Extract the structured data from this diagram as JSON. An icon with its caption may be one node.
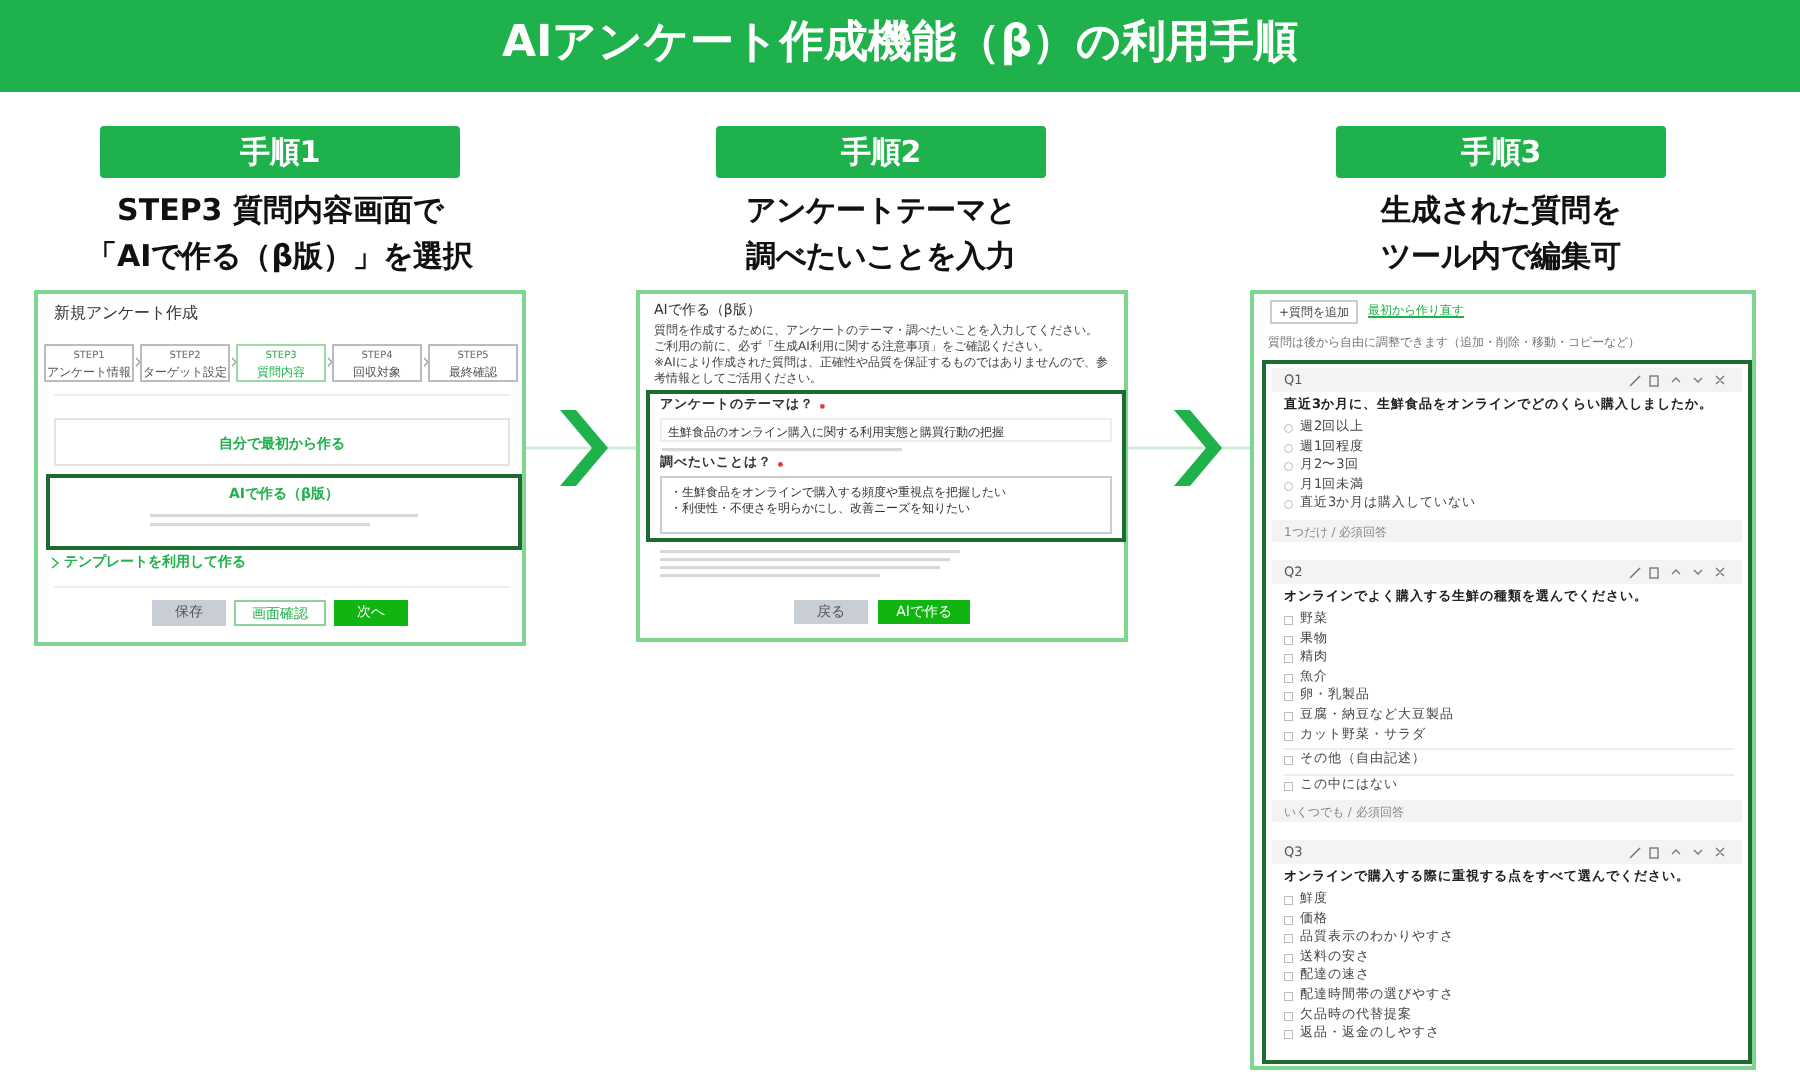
{
  "diagram": {
    "title": "AIアンケート作成機能（β）の利用手順",
    "nodes": [
      {
        "text": [
          "手順1"
        ],
        "beside": [
          "STEP3 質問内容画面で「AIで作る（β版）」を選択"
        ]
      },
      {
        "text": [
          "手順2"
        ],
        "beside": [
          "アンケートテーマと調べたいことを入力"
        ]
      },
      {
        "text": [
          "手順3"
        ],
        "beside": [
          "生成された質問をツール内で編集可"
        ]
      },
      {
        "text": [
          "新規アンケート作成",
          "STEP1",
          "アンケート情報",
          "STEP2",
          "ターゲット設定",
          "STEP3",
          "質問内容",
          "STEP4",
          "回収対象",
          "STEP5",
          "最終確認",
          "自分で最初から作る",
          "テンプレートを利用して作る",
          "保存",
          "画面確認",
          "次へ"
        ]
      },
      {
        "text": [
          "AIで作る（β版）"
        ],
        "in": 3
      },
      {
        "text": [
          "AIで作る（β版）",
          "質問を作成するために、アンケートのテーマ・調べたいことを入力してください。",
          "ご利用の前に、必ず「生成AI利用に関する注意事項」をご確認ください。",
          "※AIにより作成された質問は、正確性や品質を保証するものではありませんので、参考情報としてご活用ください。",
          "戻る",
          "AIで作る"
        ]
      },
      {
        "text": [
          "アンケートのテーマは？",
          "生鮮食品のオンライン購入に関する利用実態と購買行動の把握",
          "調べたいことは？",
          "・生鮮食品をオンラインで購入する頻度や重視点を把握したい",
          "・利便性・不便さを明らかにし、改善ニーズを知りたい"
        ],
        "in": 5
      },
      {
        "text": [
          "+質問を追加",
          "最初から作り直す",
          "質問は後から自由に調整できます（追加・削除・移動・コピーなど）"
        ]
      },
      {
        "text": [
          "Q1",
          "直近3か月に、生鮮食品をオンラインでどのくらい購入しましたか。",
          "週2回以上",
          "週1回程度",
          "月2〜3回",
          "月1回未満",
          "直近3か月は購入していない",
          "1つだけ / 必須回答",
          "Q2",
          "オンラインでよく購入する生鮮の種類を選んでください。",
          "野菜",
          "果物",
          "精肉",
          "魚介",
          "卵・乳製品",
          "豆腐・納豆など大豆製品",
          "カット野菜・サラダ",
          "その他（自由記述）",
          "この中にはない",
          "いくつでも / 必須回答",
          "Q3",
          "オンラインで購入する際に重視する点をすべて選んでください。",
          "鮮度",
          "価格",
          "品質表示のわかりやすさ",
          "送料の安さ",
          "配達の速さ",
          "配達時間帯の選びやすさ",
          "欠品時の代替提案",
          "返品・返金のしやすさ"
        ],
        "in": 7
      }
    ],
    "edges": [
      {
        "from": 3,
        "to": 5,
        "arrow": "to"
      },
      {
        "from": 5,
        "to": 7,
        "arrow": "to"
      }
    ]
  }
}
